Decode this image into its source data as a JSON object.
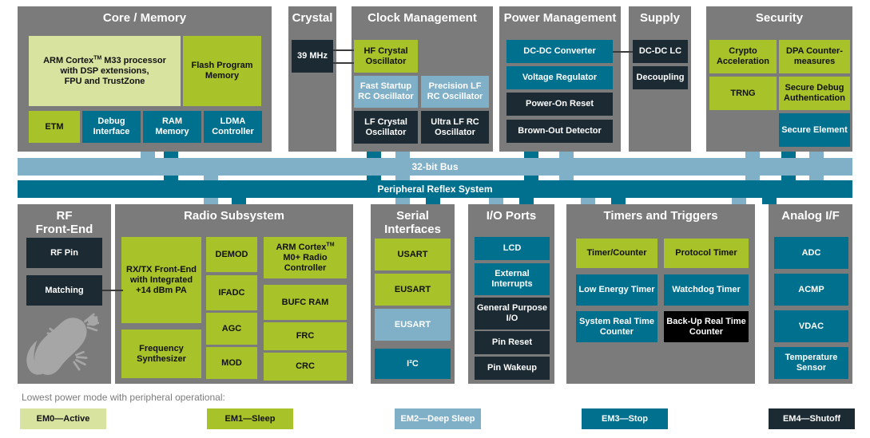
{
  "legend": {
    "caption": "Lowest power mode with peripheral operational:",
    "items": [
      {
        "label": "EM0—Active",
        "color": "#d9e3a0",
        "text_color": "#111111",
        "key": "em0"
      },
      {
        "label": "EM1—Sleep",
        "color": "#a8c22a",
        "text_color": "#111111",
        "key": "em1"
      },
      {
        "label": "EM2—Deep Sleep",
        "color": "#7fb0c8",
        "text_color": "#ffffff",
        "key": "em2"
      },
      {
        "label": "EM3—Stop",
        "color": "#00708f",
        "text_color": "#ffffff",
        "key": "em3"
      },
      {
        "label": "EM4—Shutoff",
        "color": "#1b2a33",
        "text_color": "#ffffff",
        "key": "em4"
      }
    ]
  },
  "buses": {
    "bus32_label": "32-bit Bus",
    "prs_label": "Peripheral Reflex System"
  },
  "panels": {
    "core_memory": {
      "title": "Core / Memory"
    },
    "crystal": {
      "title": "Crystal"
    },
    "clock_management": {
      "title": "Clock Management"
    },
    "power_management": {
      "title": "Power Management"
    },
    "supply": {
      "title": "Supply"
    },
    "security": {
      "title": "Security"
    },
    "rf_front_end": {
      "title_line1": "RF",
      "title_line2": "Front-End"
    },
    "radio_subsystem": {
      "title": "Radio Subsystem"
    },
    "serial_interfaces": {
      "title_line1": "Serial",
      "title_line2": "Interfaces"
    },
    "io_ports": {
      "title": "I/O Ports"
    },
    "timers_triggers": {
      "title": "Timers and Triggers"
    },
    "analog_if": {
      "title": "Analog I/F"
    }
  },
  "blocks": {
    "core_processor": "ARM Cortex™ M33 processor with DSP extensions, FPU and TrustZone",
    "flash_program_memory": "Flash Program Memory",
    "etm": "ETM",
    "debug_interface": "Debug Interface",
    "ram_memory": "RAM Memory",
    "ldma_controller": "LDMA Controller",
    "crystal_39mhz": "39 MHz",
    "hf_crystal_oscillator": "HF Crystal Oscillator",
    "fast_startup_rc_oscillator": "Fast Startup RC Oscillator",
    "precision_lf_rc_oscillator": "Precision LF RC Oscillator",
    "lf_crystal_oscillator": "LF Crystal Oscillator",
    "ultra_lf_rc_oscillator": "Ultra LF RC Oscillator",
    "dc_dc_converter": "DC-DC Converter",
    "voltage_regulator": "Voltage Regulator",
    "power_on_reset": "Power-On Reset",
    "brown_out_detector": "Brown-Out Detector",
    "dc_dc_lc": "DC-DC LC",
    "decoupling": "Decoupling",
    "crypto_acceleration": "Crypto Acceleration",
    "dpa_countermeasures": "DPA Counter-measures",
    "trng": "TRNG",
    "secure_debug_authentication": "Secure Debug Authentication",
    "secure_element": "Secure Element",
    "rf_pin": "RF Pin",
    "matching": "Matching",
    "rx_tx_front_end": "RX/TX Front-End with Integrated +14 dBm PA",
    "frequency_synthesizer": "Frequency Synthesizer",
    "demod": "DEMOD",
    "ifadc": "IFADC",
    "agc": "AGC",
    "mod": "MOD",
    "arm_cortex_m0_radio_controller": "ARM Cortex™ M0+ Radio Controller",
    "bufc_ram": "BUFC RAM",
    "frc": "FRC",
    "crc": "CRC",
    "usart": "USART",
    "eusart_em1": "EUSART",
    "eusart_em2": "EUSART",
    "i2c": "I²C",
    "lcd": "LCD",
    "external_interrupts": "External Interrupts",
    "general_purpose_io": "General Purpose I/O",
    "pin_reset": "Pin Reset",
    "pin_wakeup": "Pin Wakeup",
    "timer_counter": "Timer/Counter",
    "protocol_timer": "Protocol Timer",
    "low_energy_timer": "Low Energy Timer",
    "watchdog_timer": "Watchdog Timer",
    "system_real_time_counter": "System Real Time Counter",
    "backup_real_time_counter": "Back-Up Real Time Counter",
    "adc": "ADC",
    "acmp": "ACMP",
    "vdac": "VDAC",
    "temperature_sensor": "Temperature Sensor"
  },
  "colors": {
    "panel_gray": "#7b7b7b",
    "background": "#ffffff",
    "bus_32bit": "#7fb0c8",
    "bus_prs": "#00708f",
    "wire": "#3a3a3a",
    "gecko": "#a6a6a6"
  }
}
